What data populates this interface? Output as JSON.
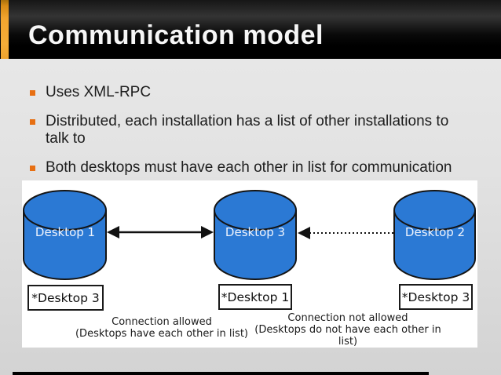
{
  "slide": {
    "title": "Communication model",
    "bullets": [
      "Uses XML-RPC",
      "Distributed, each installation has a list of other installations to\ntalk to",
      "Both desktops must have each other in list for communication"
    ],
    "colors": {
      "accent_orange": "#f2a52f",
      "bullet_orange": "#e76f12",
      "cylinder_blue": "#2b79d4",
      "panel_background": "#ffffff",
      "title_text": "#f6f6f6"
    }
  },
  "diagram": {
    "nodes": [
      {
        "label": "Desktop 1",
        "list_label": "*Desktop 3"
      },
      {
        "label": "Desktop 3",
        "list_label": "*Desktop 1"
      },
      {
        "label": "Desktop 2",
        "list_label": "*Desktop 3"
      }
    ],
    "connections": [
      {
        "type": "solid-double-arrow",
        "between": "Desktop 1 and Desktop 3"
      },
      {
        "type": "dotted-single-arrow",
        "between": "Desktop 2 to Desktop 3"
      }
    ],
    "captions": {
      "allowed": "Connection allowed\n(Desktops have each other in list)",
      "not_allowed": "Connection not allowed\n(Desktops do not have each other in\nlist)"
    }
  }
}
